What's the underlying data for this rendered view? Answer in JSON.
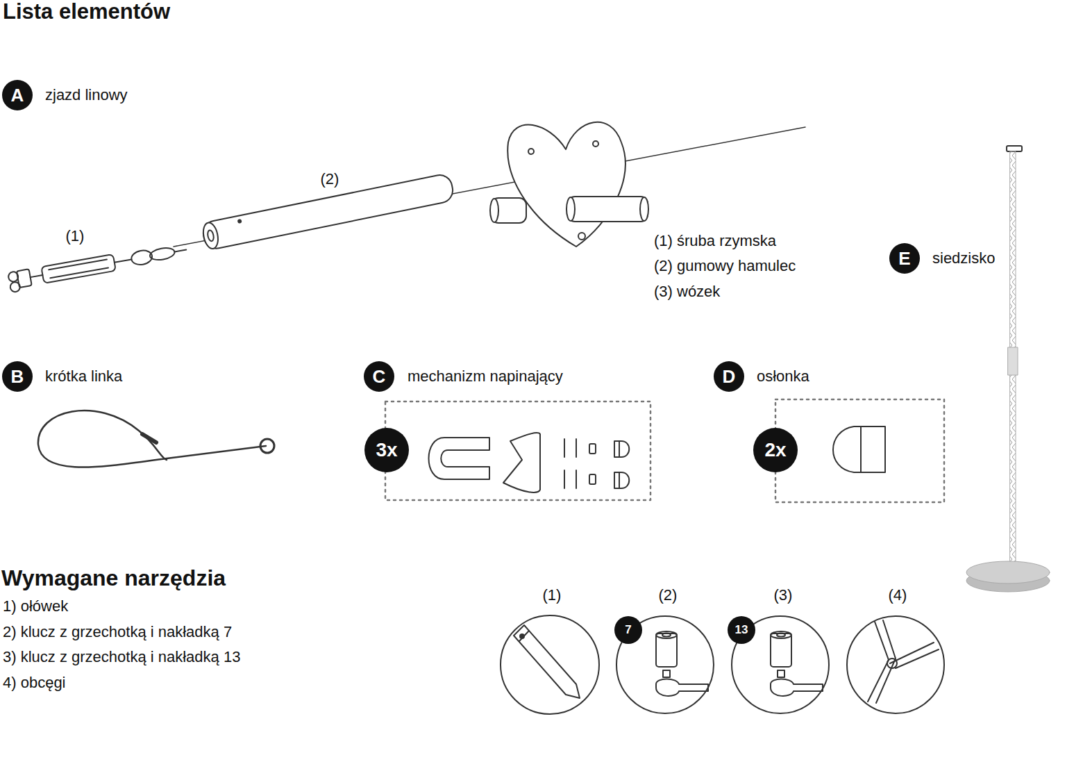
{
  "diagram": {
    "title": "Lista elementów",
    "nodes": [
      {
        "text": [
          "A"
        ]
      },
      {
        "text": [
          "E"
        ]
      },
      {
        "text": [
          "B"
        ]
      },
      {
        "text": [
          "C"
        ]
      },
      {
        "text": [
          "3x"
        ]
      },
      {
        "text": [
          "D"
        ]
      },
      {
        "text": [
          "2x"
        ]
      },
      {
        "text": [
          "7"
        ]
      },
      {
        "text": [
          "13"
        ]
      }
    ],
    "labels": [
      "zjazd linowy",
      "(2)",
      "(1)",
      "(1) śruba rzymska",
      "(2) gumowy hamulec",
      "(3) wózek",
      "siedzisko",
      "krótka linka",
      "mechanizm napinający",
      "osłonka",
      "Wymagane narzędzia",
      "1) ołówek",
      "2) klucz z grzechotką i nakładką 7",
      "3) klucz z grzechotką i nakładką 13",
      "4) obcęgi",
      "(1)",
      "(2)",
      "(3)",
      "(4)"
    ]
  }
}
